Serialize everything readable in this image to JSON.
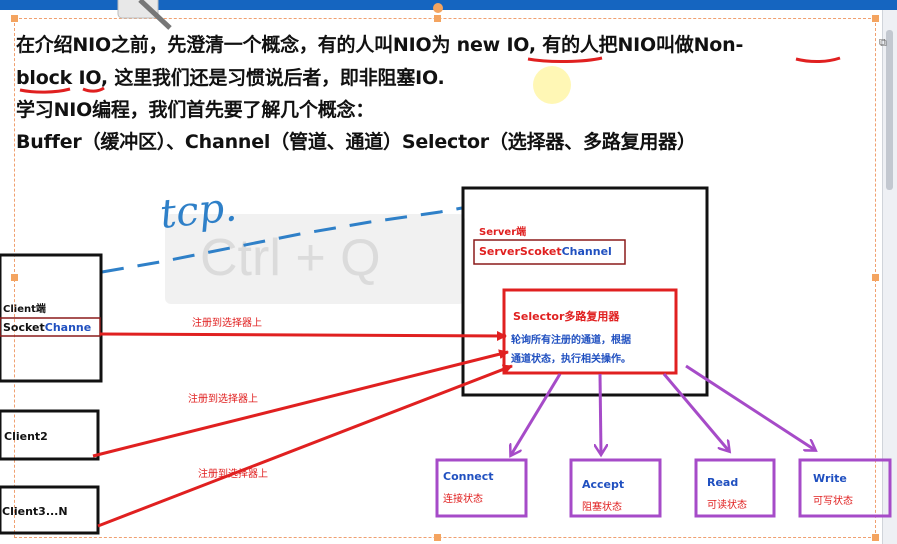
{
  "intro": {
    "line1": "在介绍NIO之前，先澄清一个概念，有的人叫NIO为 new IO, 有的人把NIO叫做Non-",
    "line2": "block IO, 这里我们还是习惯说后者，即非阻塞IO.",
    "line3": "学习NIO编程，我们首先要了解几个概念：",
    "line4": "Buffer（缓冲区）、Channel（管道、通道）Selector（选择器、多路复用器）"
  },
  "handwriting": {
    "tcp": "tcp."
  },
  "watermark": "Ctrl + Q",
  "server": {
    "title": "Server端",
    "channel_prefix": "ServerScoket",
    "channel_suffix": "Channel"
  },
  "selector": {
    "title": "Selector多路复用器",
    "desc_line1": "轮询所有注册的通道，根据",
    "desc_line2": "通道状态，执行相关操作。"
  },
  "clients": [
    {
      "title": "Client端",
      "channel_prefix": "Socket",
      "channel_suffix": "Channe"
    },
    {
      "title": "Client2"
    },
    {
      "title": "Client3...N"
    }
  ],
  "register_labels": [
    "注册到选择器上",
    "注册到选择器上",
    "注册到选择器上"
  ],
  "states": [
    {
      "name": "Connect",
      "desc": "连接状态"
    },
    {
      "name": "Accept",
      "desc": "阻塞状态"
    },
    {
      "name": "Read",
      "desc": "可读状态"
    },
    {
      "name": "Write",
      "desc": "可写状态"
    }
  ],
  "colors": {
    "red": "#e02020",
    "purple": "#a64bc8",
    "blue_text": "#2050c0",
    "dashed_blue": "#2f80c8",
    "maroon": "#8b1a1a"
  }
}
